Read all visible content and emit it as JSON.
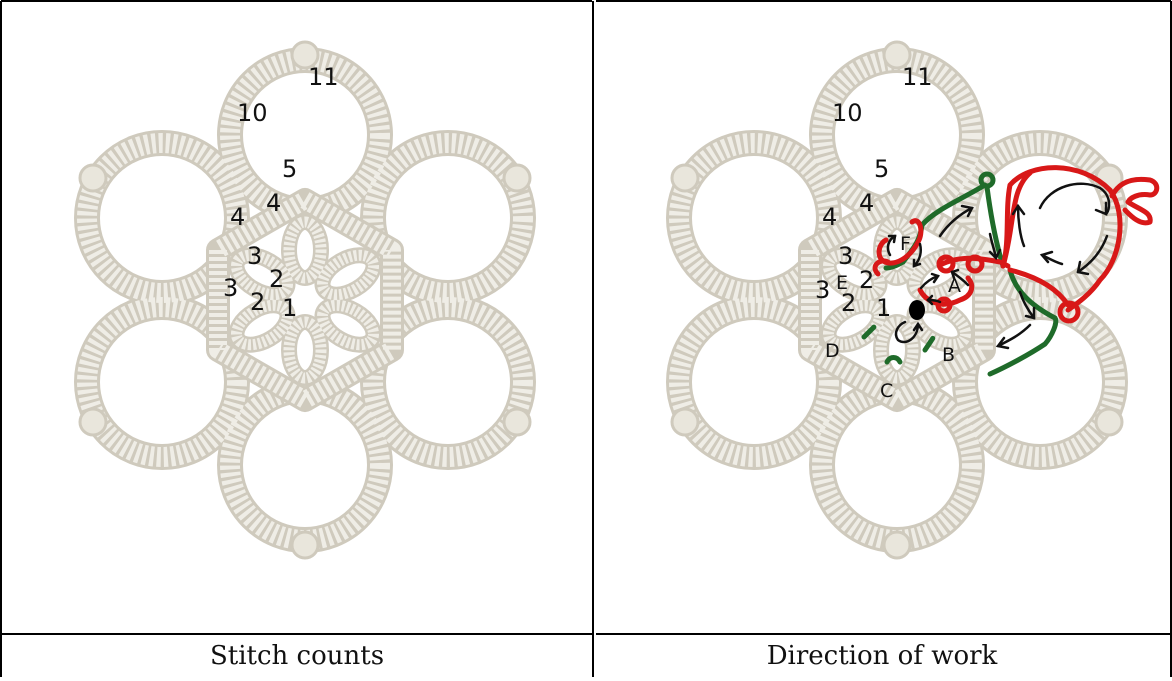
{
  "captions": {
    "left": "Stitch counts",
    "right": "Direction of work"
  },
  "stitch_labels": {
    "n11": "11",
    "n10": "10",
    "n5": "5",
    "n4a": "4",
    "n4b": "4",
    "n3a": "3",
    "n3b": "3",
    "n2a": "2",
    "n2b": "2",
    "n1": "1"
  },
  "direction_labels": {
    "A": "A",
    "B": "B",
    "C": "C",
    "D": "D",
    "E": "E",
    "F": "F"
  },
  "colors": {
    "lace": "#efede6",
    "lace_shadow": "#cfcabd",
    "red_path": "#d81818",
    "green_path": "#1f6b2a",
    "arrow": "#111111"
  }
}
